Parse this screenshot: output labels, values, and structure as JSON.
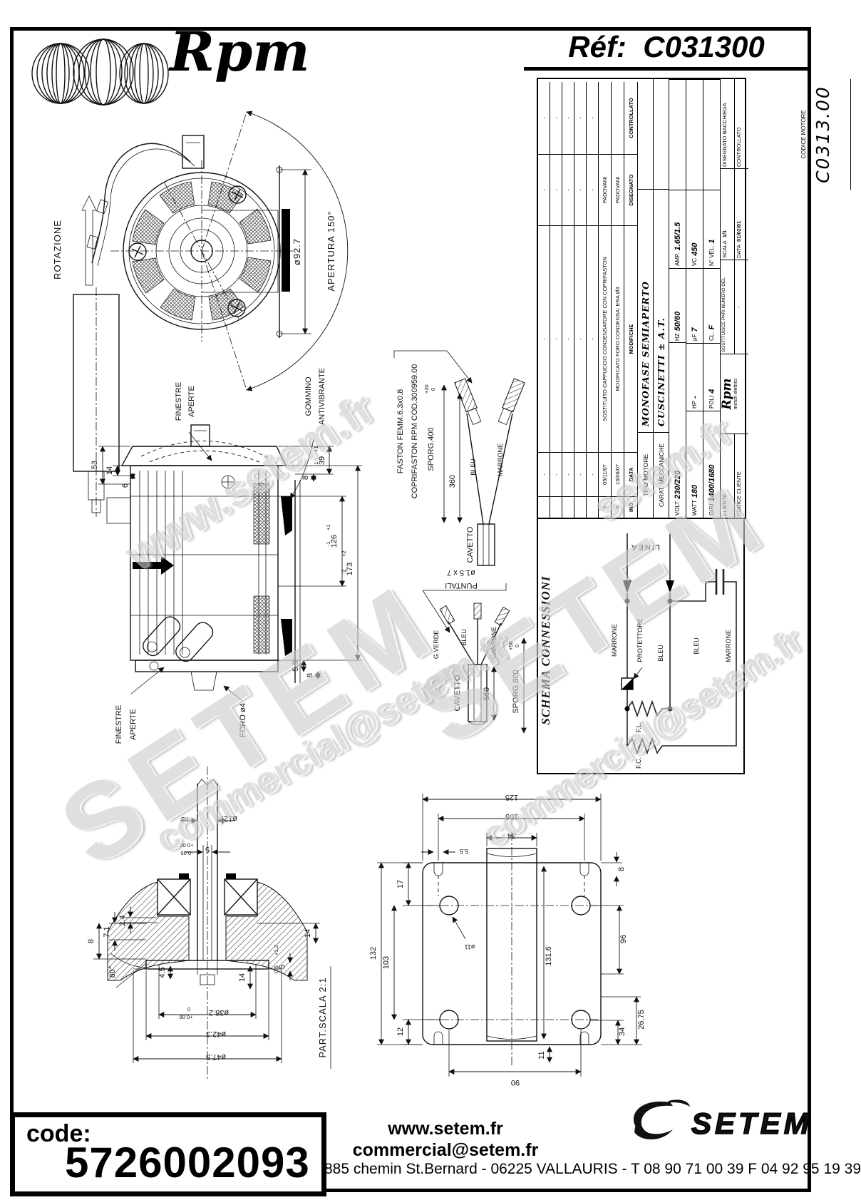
{
  "header": {
    "brand": "Rpm",
    "ref_label": "Réf:",
    "ref_value": "C031300"
  },
  "watermarks": {
    "url": "www.setem.fr",
    "brand": "SETEM",
    "email": "commercial@setem.fr",
    "url_short": "setem.fr"
  },
  "front_view": {
    "rotazione": "ROTAZIONE",
    "diametro": "ø92.7",
    "apertura": "APERTURA 150°"
  },
  "side_view": {
    "finestre_1": "FINESTRE",
    "finestre_2": "APERTE",
    "gommino_1": "GOMMINO",
    "gommino_2": "ANTIVIBRANTE",
    "foro": "FORO ø4",
    "d53": "53",
    "d14": "14",
    "d6": "6",
    "d39": "39",
    "d39tp": "+1",
    "d39tm": "-1",
    "d8a": "8",
    "d126": "126",
    "d126tp": "+1",
    "d126tm": "-1",
    "d173": "173",
    "d173tp": "+2",
    "d173tm": "-2",
    "d58": "5.8",
    "d8b": "8"
  },
  "faston_detail": {
    "note1": "FASTON FEMM.6.3x0.8",
    "note2": "COPRIFASTON RPM COD.300959.00",
    "sporg": "SPORG.400",
    "sporg_tp": "+30",
    "sporg_tm": "0",
    "d360": "360",
    "cavetto": "CAVETTO",
    "bleu": "BLEU",
    "marrone": "MARRONE"
  },
  "puntali_detail": {
    "note1": "ø1.5 x 7",
    "note2": "PUNTALI",
    "gverde": "G.VERDE",
    "bleu": "BLEU",
    "marrone": "MARRONE",
    "cavetto": "CAVETTO",
    "d550": "550",
    "sporg": "SPORG.600",
    "sporg_tp": "+50",
    "sporg_tm": "0"
  },
  "bearing_detail": {
    "shaft_dia": "ø12.7",
    "shaft_tol": "h5",
    "flat": "5",
    "flat_tp": "+0.02",
    "flat_tm": "-0.05",
    "d24": "2.4",
    "d71": "7.1",
    "d8": "8",
    "angle": "80°",
    "d45": "4.5",
    "d14a": "14",
    "d14b": "14",
    "d5": "5",
    "d5tp": "+1.2",
    "d5tm": "-0.5",
    "d382": "ø38.2",
    "d382tp": "+0.08",
    "d382tm": "0",
    "d423": "ø42.3",
    "d475": "ø47.5",
    "scala": "PART.SCALA 2:1"
  },
  "bracket_view": {
    "d125": "125",
    "d105": "105",
    "d34a": "34",
    "d55": "5.5",
    "d17": "17",
    "dfori": "ø11",
    "d8": "8",
    "d132": "132",
    "d103": "103",
    "d1316": "131.6",
    "d96": "96",
    "d12": "12",
    "d11": "11",
    "d90": "90",
    "d34b": "34",
    "d2675": "26.75"
  },
  "schema": {
    "title": "SCHEMA CONNESSIONI",
    "linea": "LINEA",
    "marrone_main": "MARRONE",
    "bleu_main": "BLEU",
    "protettore": "PROTETTORE",
    "fl": "F.L.",
    "fc": "F.C.",
    "bleu_aux": "BLEU",
    "marrone_aux": "MARRONE"
  },
  "title_block": {
    "revisions": [
      {
        "ind": "",
        "date": "-",
        "mod": "-",
        "dis": "-",
        "con": "-"
      },
      {
        "ind": "",
        "date": "-",
        "mod": "-",
        "dis": "-",
        "con": "-"
      },
      {
        "ind": "",
        "date": "-",
        "mod": "-",
        "dis": "-",
        "con": "-"
      },
      {
        "ind": "",
        "date": "-",
        "mod": "-",
        "dis": "-",
        "con": "-"
      },
      {
        "ind": "",
        "date": "-",
        "mod": "-",
        "dis": "-",
        "con": "-"
      },
      {
        "ind": "7",
        "date": "05/11/07",
        "mod": "SOSTITUITO CAPPUCCIO CONDENSATORE CON COPRIFASTON",
        "dis": "PADOVANI",
        "con": ""
      },
      {
        "ind": "6",
        "date": "13/06/07",
        "mod": "MODIFICATO FORO CONDENSA: ERA Ø3",
        "dis": "PADOVANI",
        "con": ""
      }
    ],
    "rev_header": {
      "ind": "IND",
      "date": "DATA",
      "mod": "MODIFICHE",
      "dis": "DISEGNATO",
      "con": "CONTROLLATO"
    },
    "tipo_label": "TIPO MOTORE",
    "tipo_value": "MONOFASE SEMIAPERTO",
    "carat_label": "CARAT. MECCANICHE",
    "carat_value": "CUSCINETTI ± A.T.",
    "volt_label": "VOLT",
    "volt": "230/220",
    "hz_label": "HZ",
    "hz": "50/60",
    "amp_label": "AMP.",
    "amp": "1.65/1.5",
    "watt_label": "WATT",
    "watt": "180",
    "hp_label": "HP",
    "hp": "-",
    "uf_label": "µF",
    "uf": "7",
    "vc_label": "VC",
    "vc": "450",
    "giri_label": "GIRI",
    "giri": "1400/1680",
    "poli_label": "POLI",
    "poli": "4",
    "cl_label": "CL.",
    "cl": "F",
    "nvel_label": "N° VEL.",
    "nvel": "1",
    "codice_motore_label": "CODICE MOTORE",
    "codice_motore": "C0313.00",
    "cliente_label": "CLIENTE",
    "codice_cliente_label": "CODICE CLIENTE",
    "logo_name": "Rpm",
    "logo_sub": "motori elettrici",
    "sostituisce_label": "SOSTITUISCE PARI NUMERO DEL",
    "sostituisce": "-",
    "scala_label": "SCALA",
    "scala": "1/1",
    "data_label": "DATA",
    "data": "01/02/01",
    "disegnato_label": "DISEGNATO",
    "disegnato": "BACCHIEGA",
    "controllato_label": "CONTROLLATO",
    "controllato": ""
  },
  "footer": {
    "code_label": "code:",
    "code_value": "5726002093",
    "site": "www.setem.fr",
    "email": "commercial@setem.fr",
    "brand": "SETEM",
    "address": "885 chemin St.Bernard  -  06225 VALLAURIS  -  T 08 90 71 00 39   F 04 92 95 19 39"
  }
}
